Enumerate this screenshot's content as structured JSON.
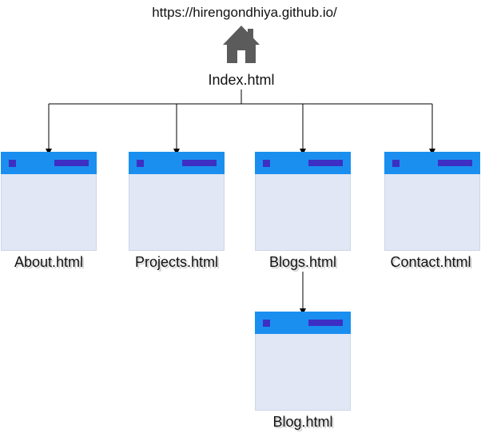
{
  "url": "https://hirengondhiya.github.io/",
  "root": {
    "label": "Index.html",
    "icon": "home-icon"
  },
  "pages": [
    {
      "label": "About.html"
    },
    {
      "label": "Projects.html"
    },
    {
      "label": "Blogs.html"
    },
    {
      "label": "Contact.html"
    },
    {
      "label": "Blog.html"
    }
  ],
  "colors": {
    "title_bar": "#1a8ff0",
    "accent": "#3d2fc4",
    "page_body": "#e1e7f4",
    "home_icon": "#5b5b5b",
    "edge": "#000000"
  }
}
